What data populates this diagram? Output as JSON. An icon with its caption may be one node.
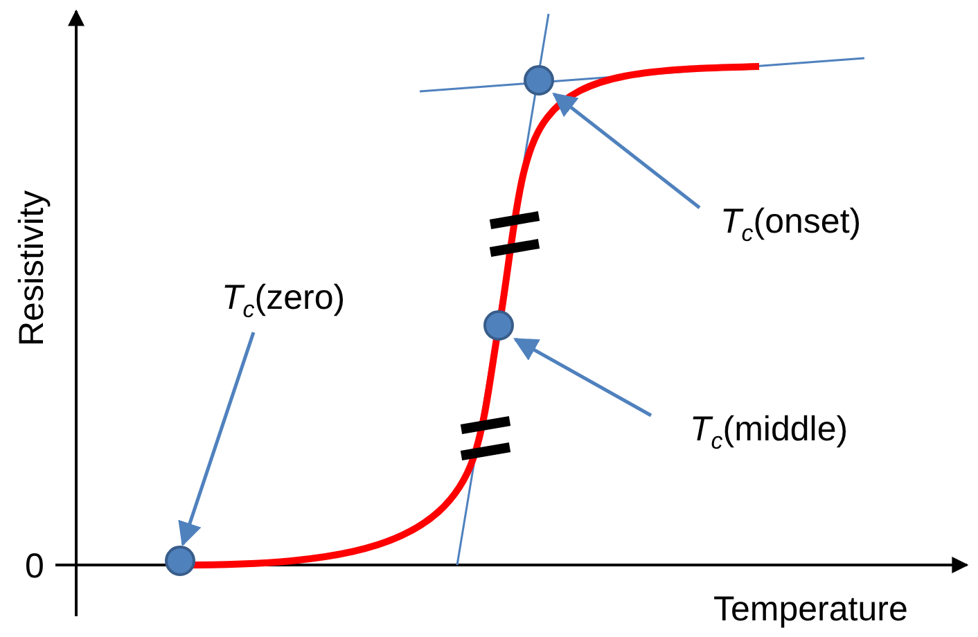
{
  "diagram": {
    "nodes": [
      {
        "text": [],
        "shape": "circle"
      },
      {
        "text": [
          "*T*$_{c}$(onset)"
        ]
      },
      {
        "text": [
          "*T*$_{c}$(zero)"
        ]
      },
      {
        "text": [],
        "shape": "circle"
      },
      {
        "text": [
          "*T*$_{c}$(middle)"
        ]
      },
      {
        "text": [],
        "shape": "circle"
      }
    ],
    "edges": [
      {
        "from": 1,
        "to": 0,
        "arrow": "to"
      },
      {
        "from": 2,
        "to": 5,
        "arrow": "to"
      },
      {
        "from": 4,
        "to": 3,
        "arrow": "to"
      }
    ],
    "labels": [
      "Resistivity",
      "0",
      "Temperature"
    ]
  }
}
